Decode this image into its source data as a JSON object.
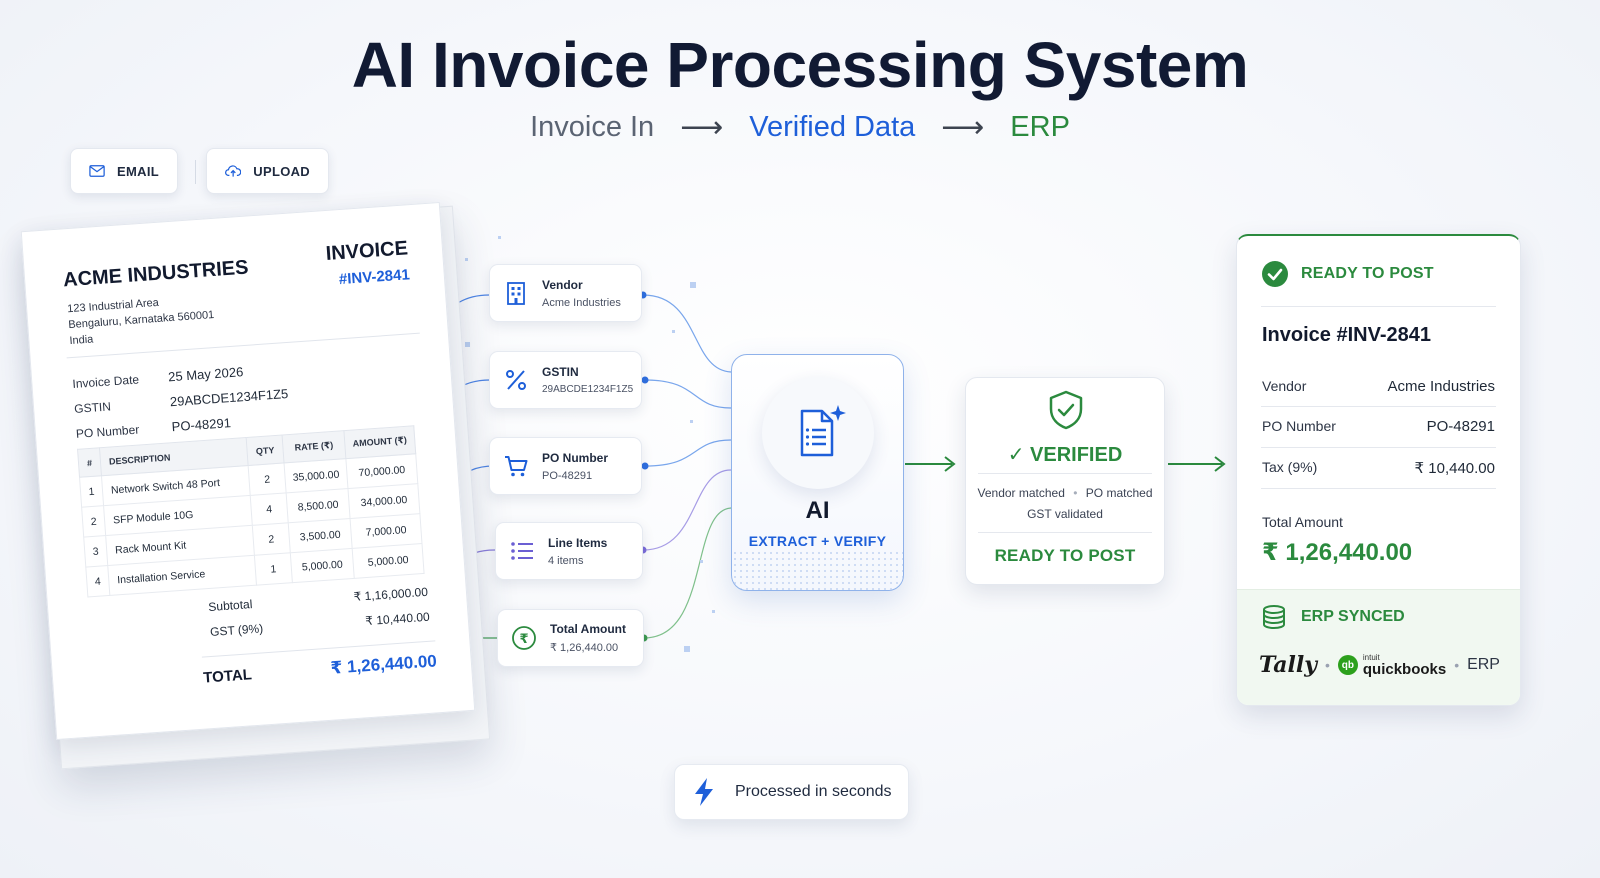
{
  "header": {
    "title": "AI Invoice Processing System",
    "flow_step_1": "Invoice In",
    "flow_step_2": "Verified Data",
    "flow_step_3": "ERP",
    "arrow": "⟶"
  },
  "sources": {
    "email_label": "EMAIL",
    "upload_label": "UPLOAD"
  },
  "invoice": {
    "company": "ACME INDUSTRIES",
    "address_line1": "123 Industrial Area",
    "address_line2": "Bengaluru, Karnataka 560001",
    "address_line3": "India",
    "doc_label": "INVOICE",
    "number": "#INV-2841",
    "meta": [
      {
        "label": "Invoice Date",
        "value": "25 May 2026"
      },
      {
        "label": "GSTIN",
        "value": "29ABCDE1234F1Z5"
      },
      {
        "label": "PO Number",
        "value": "PO-48291"
      }
    ],
    "columns": {
      "num": "#",
      "desc": "DESCRIPTION",
      "qty": "QTY",
      "rate": "RATE (₹)",
      "amount": "AMOUNT (₹)"
    },
    "items": [
      {
        "num": "1",
        "desc": "Network Switch 48 Port",
        "qty": "2",
        "rate": "35,000.00",
        "amount": "70,000.00"
      },
      {
        "num": "2",
        "desc": "SFP Module 10G",
        "qty": "4",
        "rate": "8,500.00",
        "amount": "34,000.00"
      },
      {
        "num": "3",
        "desc": "Rack Mount Kit",
        "qty": "2",
        "rate": "3,500.00",
        "amount": "7,000.00"
      },
      {
        "num": "4",
        "desc": "Installation Service",
        "qty": "1",
        "rate": "5,000.00",
        "amount": "5,000.00"
      }
    ],
    "subtotal_label": "Subtotal",
    "subtotal_value": "₹ 1,16,000.00",
    "gst_label": "GST (9%)",
    "gst_value": "₹ 10,440.00",
    "total_label": "TOTAL",
    "total_value": "₹ 1,26,440.00"
  },
  "fields": [
    {
      "title": "Vendor",
      "value": "Acme Industries",
      "icon": "building-icon",
      "color": "#1e5fd9"
    },
    {
      "title": "GSTIN",
      "value": "29ABCDE1234F1Z5",
      "icon": "percent-icon",
      "color": "#1e5fd9"
    },
    {
      "title": "PO Number",
      "value": "PO-48291",
      "icon": "cart-icon",
      "color": "#1e5fd9"
    },
    {
      "title": "Line Items",
      "value": "4 items",
      "icon": "list-icon",
      "color": "#6b5fd3"
    },
    {
      "title": "Total Amount",
      "value": "₹ 1,26,440.00",
      "icon": "rupee-icon",
      "color": "#2b8a3e"
    }
  ],
  "ai": {
    "label": "AI",
    "sub": "EXTRACT + VERIFY"
  },
  "verified": {
    "title": "✓ VERIFIED",
    "check1": "Vendor matched",
    "check2": "PO matched",
    "check3": "GST validated",
    "ready": "READY TO POST"
  },
  "ready_panel": {
    "status": "READY TO POST",
    "title": "Invoice #INV-2841",
    "vendor_label": "Vendor",
    "vendor_value": "Acme Industries",
    "po_label": "PO Number",
    "po_value": "PO-48291",
    "tax_label": "Tax (9%)",
    "tax_value": "₹ 10,440.00",
    "total_label": "Total Amount",
    "total_value": "₹ 1,26,440.00",
    "erp_status": "ERP SYNCED",
    "erp_tally": "Tally",
    "erp_qb_small": "intuit",
    "erp_qb": "quickbooks",
    "erp_generic": "ERP",
    "separator": "•"
  },
  "footer": {
    "speed": "Processed in seconds"
  },
  "colors": {
    "blue": "#1e5fd9",
    "green": "#2b8a3e",
    "purple": "#6b5fd3",
    "navy": "#111a33"
  }
}
